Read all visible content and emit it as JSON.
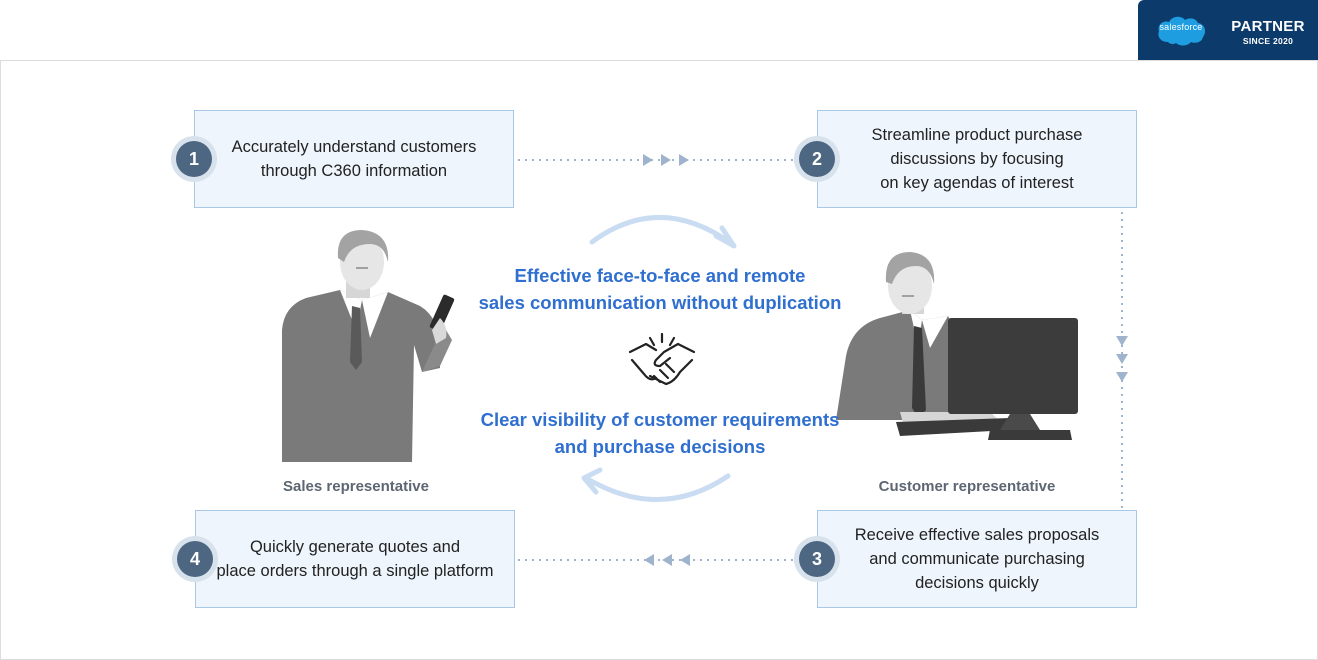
{
  "badge": {
    "brand": "salesforce",
    "title": "PARTNER",
    "subtitle": "SINCE 2020",
    "colors": {
      "background": "#0b3a6b",
      "cloud": "#1e9ee0"
    }
  },
  "steps": [
    {
      "number": "1",
      "text": "Accurately understand customers\nthrough C360 information"
    },
    {
      "number": "2",
      "text": "Streamline product purchase\ndiscussions by focusing\non key agendas of interest"
    },
    {
      "number": "3",
      "text": "Receive effective sales proposals\nand communicate purchasing\ndecisions quickly"
    },
    {
      "number": "4",
      "text": "Quickly generate quotes and\nplace orders through a single platform"
    }
  ],
  "center": {
    "top_text": "Effective face-to-face and remote\nsales communication without duplication",
    "bottom_text": "Clear visibility of customer requirements\nand purchase decisions",
    "icon": "handshake-icon"
  },
  "roles": {
    "sales": "Sales representative",
    "customer": "Customer representative"
  },
  "colors": {
    "accent_text": "#2f6fcf",
    "box_fill": "#eef5fc",
    "box_border": "#a9c8e6",
    "number_fill": "#4d6682",
    "connector": "#9fb4cc",
    "figure": "#7d7d7d"
  }
}
